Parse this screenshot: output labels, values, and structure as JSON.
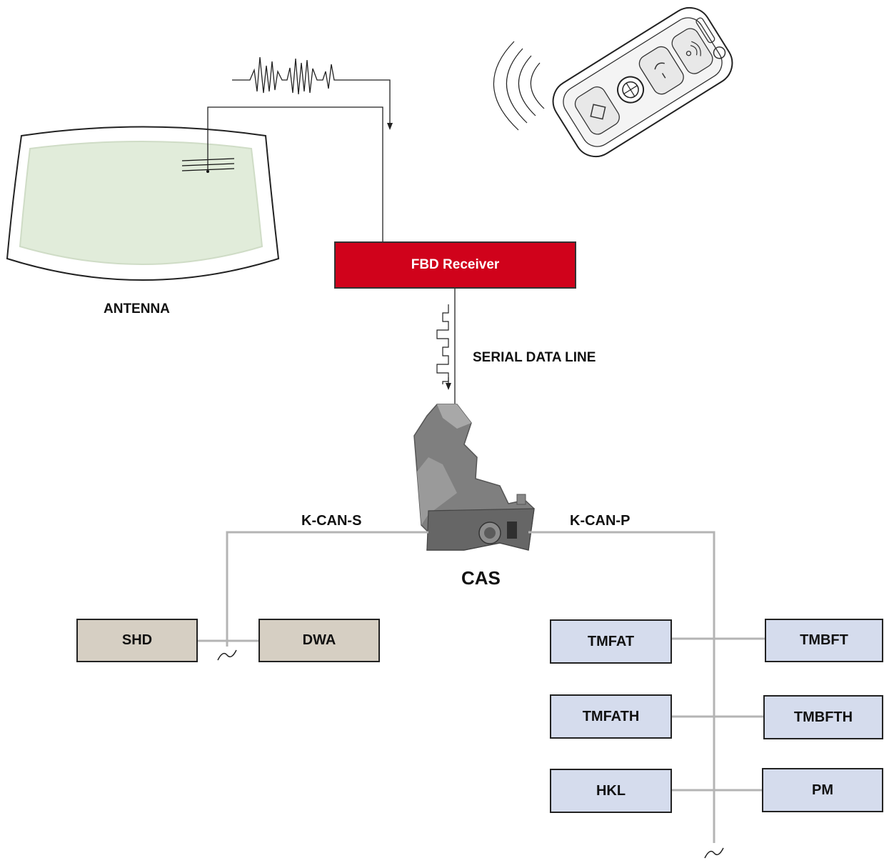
{
  "labels": {
    "antenna": "ANTENNA",
    "receiver": "FBD Receiver",
    "serial_line": "SERIAL DATA LINE",
    "cas": "CAS",
    "kcan_s": "K-CAN-S",
    "kcan_p": "K-CAN-P"
  },
  "modules": {
    "shd": "SHD",
    "dwa": "DWA",
    "tmfat": "TMFAT",
    "tmbft": "TMBFT",
    "tmfath": "TMFATH",
    "tmbfth": "TMBFTH",
    "hkl": "HKL",
    "pm": "PM"
  },
  "colors": {
    "receiver": "#d0021b",
    "kcan_s_modules": "#d6cfc3",
    "kcan_p_modules": "#d5dced",
    "bus_line": "#b4b4b4",
    "windshield_glass": "#e1ecda"
  }
}
